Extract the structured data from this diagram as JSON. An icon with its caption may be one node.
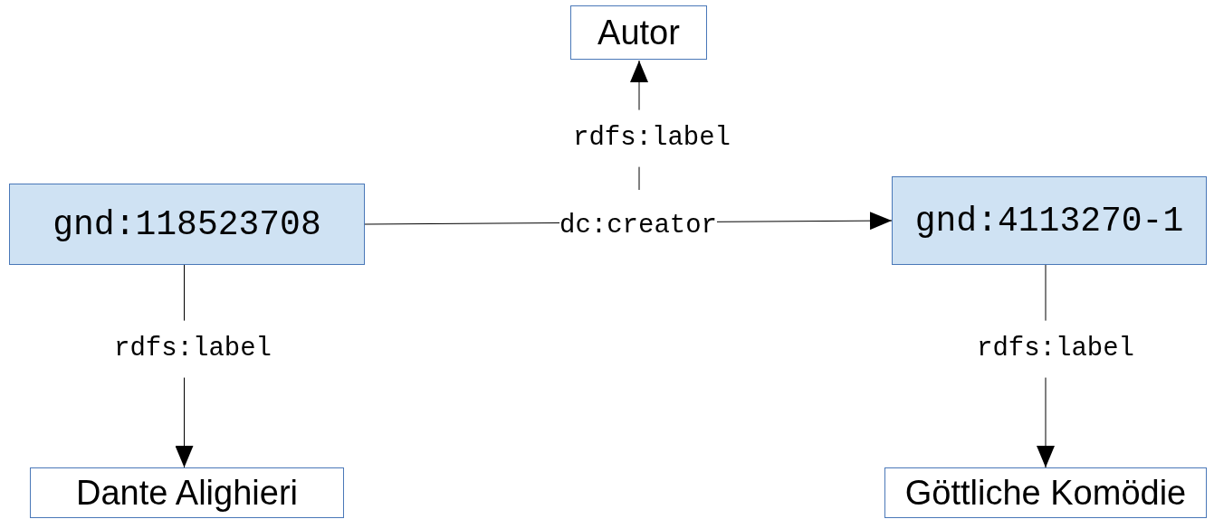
{
  "diagram": {
    "nodes": [
      {
        "text": [
          "Autor"
        ]
      },
      {
        "text": [
          "gnd:118523708"
        ]
      },
      {
        "text": [
          "gnd:4113270-1"
        ]
      },
      {
        "text": [
          "Dante Alighieri"
        ]
      },
      {
        "text": [
          "Göttliche Komödie"
        ]
      }
    ],
    "edges": [
      {
        "from": 1,
        "to": 2,
        "arrow": "to",
        "label": "dc:creator"
      },
      {
        "from": null,
        "to": 0,
        "arrow": "to",
        "label": "rdfs:label"
      },
      {
        "from": 1,
        "to": 3,
        "arrow": "to",
        "label": "rdfs:label"
      },
      {
        "from": 2,
        "to": 4,
        "arrow": "to",
        "label": "rdfs:label"
      }
    ]
  }
}
